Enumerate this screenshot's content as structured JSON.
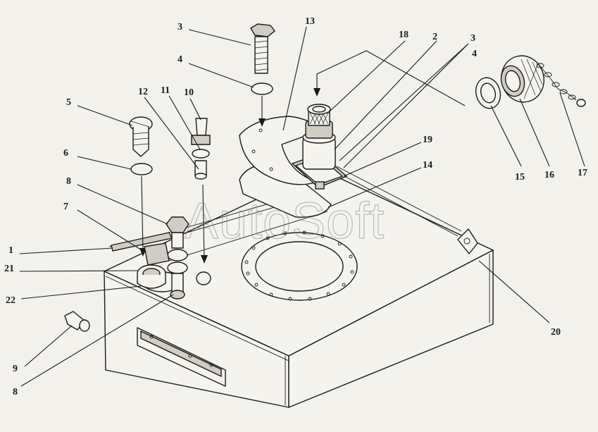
{
  "watermark": "AutoSoft",
  "callouts": [
    {
      "id": "c1",
      "label": "1"
    },
    {
      "id": "c2",
      "label": "2"
    },
    {
      "id": "c3a",
      "label": "3"
    },
    {
      "id": "c3b",
      "label": "3"
    },
    {
      "id": "c4a",
      "label": "4"
    },
    {
      "id": "c4b",
      "label": "4"
    },
    {
      "id": "c5",
      "label": "5"
    },
    {
      "id": "c6",
      "label": "6"
    },
    {
      "id": "c7",
      "label": "7"
    },
    {
      "id": "c8a",
      "label": "8"
    },
    {
      "id": "c8b",
      "label": "8"
    },
    {
      "id": "c9",
      "label": "9"
    },
    {
      "id": "c10",
      "label": "10"
    },
    {
      "id": "c11",
      "label": "11"
    },
    {
      "id": "c12",
      "label": "12"
    },
    {
      "id": "c13",
      "label": "13"
    },
    {
      "id": "c14",
      "label": "14"
    },
    {
      "id": "c15",
      "label": "15"
    },
    {
      "id": "c16",
      "label": "16"
    },
    {
      "id": "c17",
      "label": "17"
    },
    {
      "id": "c18",
      "label": "18"
    },
    {
      "id": "c19",
      "label": "19"
    },
    {
      "id": "c20",
      "label": "20"
    },
    {
      "id": "c21",
      "label": "21"
    },
    {
      "id": "c22",
      "label": "22"
    }
  ]
}
